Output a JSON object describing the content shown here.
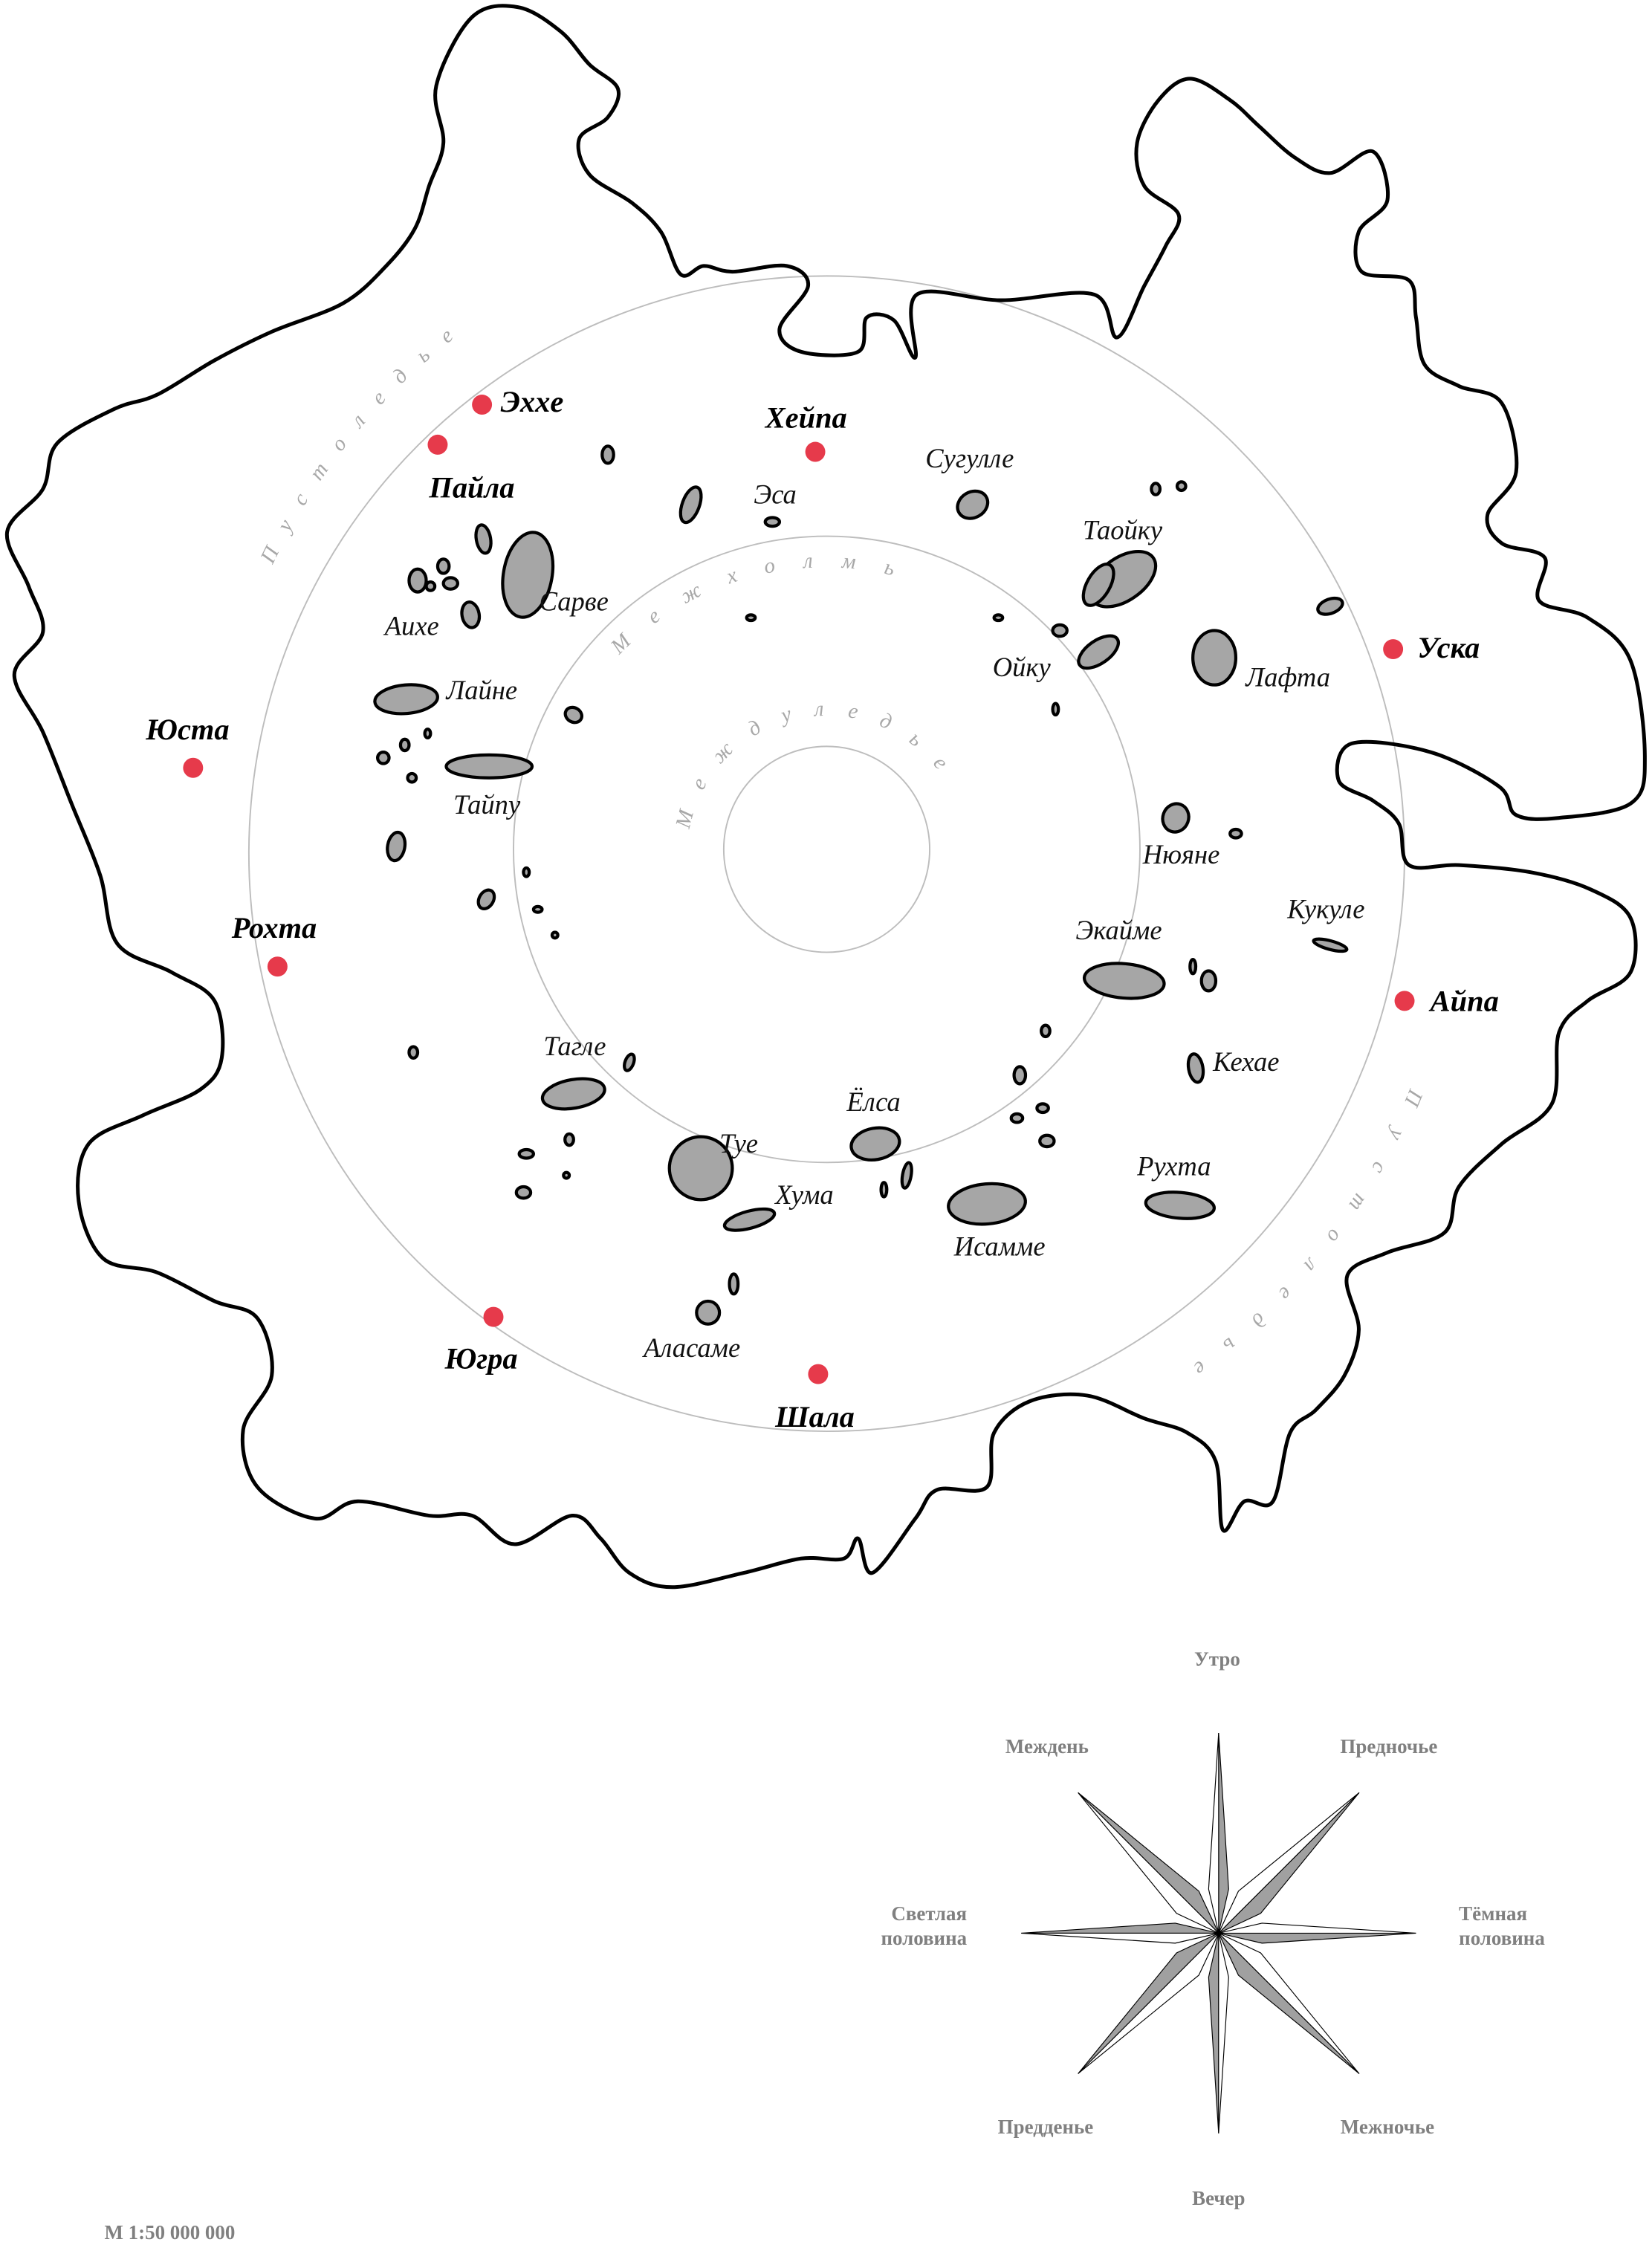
{
  "colors": {
    "city": "#e63a4b",
    "island_fill": "#a6a6a6",
    "coast": "#000000",
    "ring": "#bdbdbd",
    "label_grey": "#808080"
  },
  "regions": {
    "outer_ring_nw": "Пустоледье",
    "outer_ring_se": "Пустоледье",
    "middle_ring": "Межхолмье",
    "inner_ring": "Междуледье"
  },
  "cities": [
    {
      "name": "Эхxe"
    },
    {
      "name": "Пайла"
    },
    {
      "name": "Хейпа"
    },
    {
      "name": "Уска"
    },
    {
      "name": "Айпа"
    },
    {
      "name": "Юста"
    },
    {
      "name": "Рохта"
    },
    {
      "name": "Югра"
    },
    {
      "name": "Шала"
    }
  ],
  "islands": [
    "Эса",
    "Сугулле",
    "Таойку",
    "Ойку",
    "Лафта",
    "Нюяне",
    "Кукуле",
    "Экайме",
    "Кехае",
    "Рухта",
    "Исамме",
    "Ёлса",
    "Туе",
    "Хума",
    "Аласаме",
    "Тагле",
    "Тайпу",
    "Лайне",
    "Сарве",
    "Аихе"
  ],
  "compass": {
    "north": "Утро",
    "northwest": "Междень",
    "northeast": "Предночье",
    "west_1": "Светлая",
    "west_2": "половина",
    "east_1": "Тёмная",
    "east_2": "половина",
    "southwest": "Предденье",
    "southeast": "Межночье",
    "south": "Вечер"
  },
  "scale": "М 1:50 000 000"
}
